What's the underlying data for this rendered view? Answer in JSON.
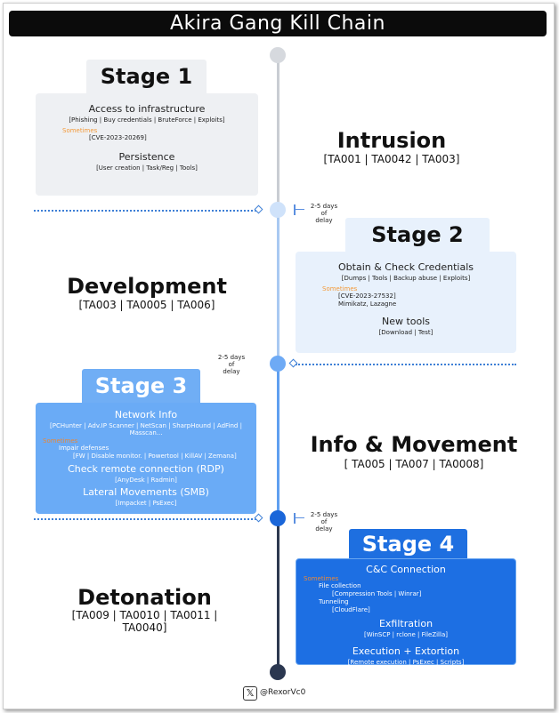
{
  "title": "Akira Gang Kill Chain",
  "delay": [
    "2-5 days",
    "of",
    "delay"
  ],
  "stages": [
    {
      "label": "Stage 1",
      "phase": "Intrusion",
      "tactics": "[TA001 | TA0042 | TA003]",
      "items": [
        {
          "h": "Access to infrastructure",
          "s": "[Phishing | Buy credentials | BruteForce | Exploits]"
        }
      ],
      "sometimes": "Sometimes",
      "some_lines": [
        "[CVE-2023-20269]"
      ],
      "items2": [
        {
          "h": "Persistence",
          "s": "[User creation | Task/Reg | Tools]"
        }
      ]
    },
    {
      "label": "Stage 2",
      "phase": "Development",
      "tactics": "[TA003 | TA0005 | TA006]",
      "items": [
        {
          "h": "Obtain & Check Credentials",
          "s": "[Dumps | Tools | Backup abuse | Exploits]"
        }
      ],
      "sometimes": "Sometimes",
      "some_lines": [
        "[CVE-2023-27532]",
        "Mimikatz, Lazagne"
      ],
      "items2": [
        {
          "h": "New tools",
          "s": "[Download | Test]"
        }
      ]
    },
    {
      "label": "Stage 3",
      "phase": "Info & Movement",
      "tactics": "[ TA005 | TA007 | TA0008]",
      "items": [
        {
          "h": "Network Info",
          "s": "[PCHunter | Adv.IP Scanner | NetScan | SharpHound | AdFind | Masscan..."
        }
      ],
      "sometimes": "Sometimes",
      "some_lines": [
        "Impair defenses",
        "[FW | Disable monitor. | Powertool | KillAV | Zemana]"
      ],
      "items2": [
        {
          "h": "Check remote connection (RDP)",
          "s": "[AnyDesk | Radmin]"
        },
        {
          "h": "Lateral Movements (SMB)",
          "s": "[Impacket | PsExec]"
        }
      ]
    },
    {
      "label": "Stage 4",
      "phase": "Detonation",
      "tactics": "[TA009 | TA0010 | TA0011 | TA0040]",
      "items": [
        {
          "h": "C&C Connection",
          "s": ""
        }
      ],
      "sometimes": "Sometimes",
      "some_lines": [
        "File collection",
        "[Compression Tools | Winrar]",
        "Tunneling",
        "[CloudFlare]"
      ],
      "items2": [
        {
          "h": "Exfiltration",
          "s": "[WinSCP | rclone | FileZilla]"
        },
        {
          "h": "Execution + Extortion",
          "s": "[Remote execution | PsExec | Scripts]"
        }
      ]
    }
  ],
  "footer": {
    "handle": "@RexorVc0",
    "icon": "x-logo-icon"
  },
  "colors": {
    "stage1": "#eef0f3",
    "stage2": "#e8f1fc",
    "stage3": "#6aabf6",
    "stage4": "#1d6fe3"
  }
}
